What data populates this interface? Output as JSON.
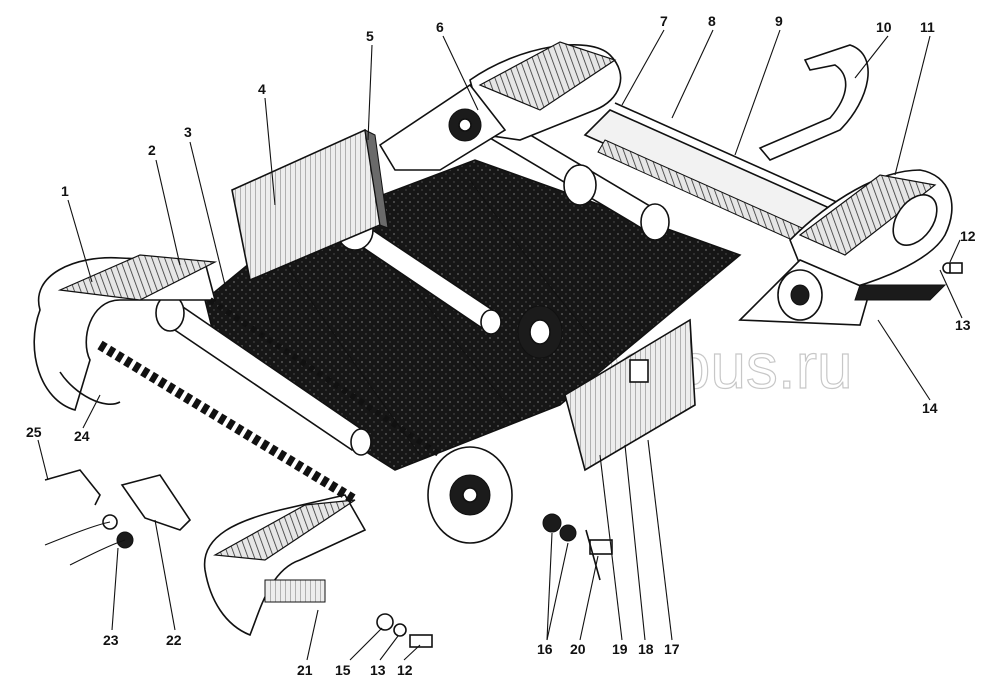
{
  "watermark": "dreams-bus.ru",
  "callouts": [
    "1",
    "2",
    "3",
    "4",
    "5",
    "6",
    "7",
    "8",
    "9",
    "10",
    "11",
    "12",
    "12",
    "13",
    "13",
    "14",
    "15",
    "16",
    "17",
    "18",
    "19",
    "20",
    "21",
    "22",
    "23",
    "24",
    "25"
  ]
}
